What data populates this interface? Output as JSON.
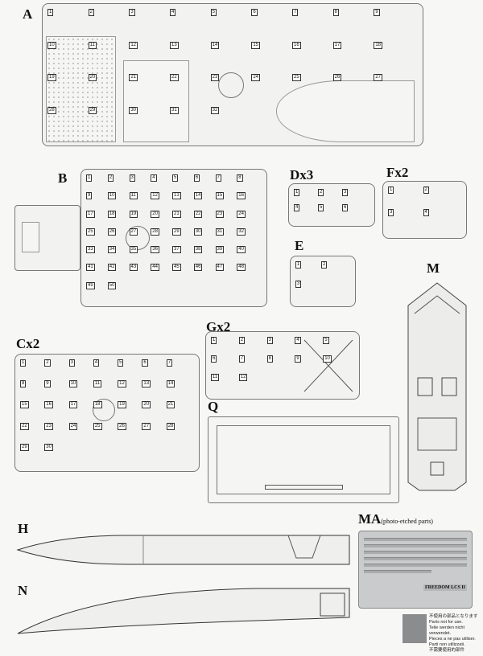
{
  "sprues": [
    {
      "id": "A",
      "label": "A",
      "parts": [
        1,
        2,
        3,
        4,
        5,
        6,
        7,
        8,
        9,
        10,
        11,
        12,
        13,
        14,
        15,
        16,
        17,
        18,
        19,
        20,
        21,
        22,
        23,
        24,
        25,
        26,
        27,
        28,
        29,
        30,
        31,
        32
      ]
    },
    {
      "id": "B",
      "label": "B",
      "parts": [
        1,
        2,
        3,
        4,
        5,
        6,
        7,
        8,
        9,
        10,
        11,
        12,
        13,
        14,
        15,
        16,
        17,
        18,
        19,
        20,
        21,
        22,
        23,
        24,
        25,
        26,
        27,
        28,
        29,
        30,
        31,
        32,
        33,
        34,
        35,
        36,
        37,
        38,
        39,
        40,
        41,
        42,
        43,
        44,
        45,
        46,
        47,
        48,
        49,
        50
      ]
    },
    {
      "id": "D",
      "label": "Dx3",
      "parts": [
        1,
        2,
        3,
        4,
        5,
        6
      ]
    },
    {
      "id": "F",
      "label": "Fx2",
      "parts": [
        1,
        2,
        3,
        4
      ]
    },
    {
      "id": "E",
      "label": "E",
      "parts": [
        1,
        2,
        3
      ]
    },
    {
      "id": "M",
      "label": "M",
      "parts": []
    },
    {
      "id": "G",
      "label": "Gx2",
      "parts": [
        1,
        2,
        3,
        4,
        5,
        6,
        7,
        8,
        9,
        10,
        11,
        12
      ]
    },
    {
      "id": "C",
      "label": "Cx2",
      "parts": [
        1,
        2,
        3,
        4,
        5,
        6,
        7,
        8,
        9,
        10,
        11,
        12,
        13,
        14,
        15,
        16,
        17,
        18,
        19,
        20,
        21,
        22,
        23,
        24,
        25,
        26,
        27,
        28,
        29,
        30
      ]
    },
    {
      "id": "Q",
      "label": "Q",
      "parts": []
    },
    {
      "id": "H",
      "label": "H",
      "parts": []
    },
    {
      "id": "N",
      "label": "N",
      "parts": []
    }
  ],
  "photo_etch": {
    "label": "MA",
    "sublabel": "(photo-etched parts)",
    "fret_title": "FREEDOM LCS II"
  },
  "legend": {
    "swatch_color": "#8a8c8d",
    "lines": [
      "不使用の部品となります",
      "Parts not for use.",
      "Teile werden nicht verwendet.",
      "Pieces a ne pas utiliser.",
      "Parti non utilizzati.",
      "不需要使用的部件"
    ]
  }
}
